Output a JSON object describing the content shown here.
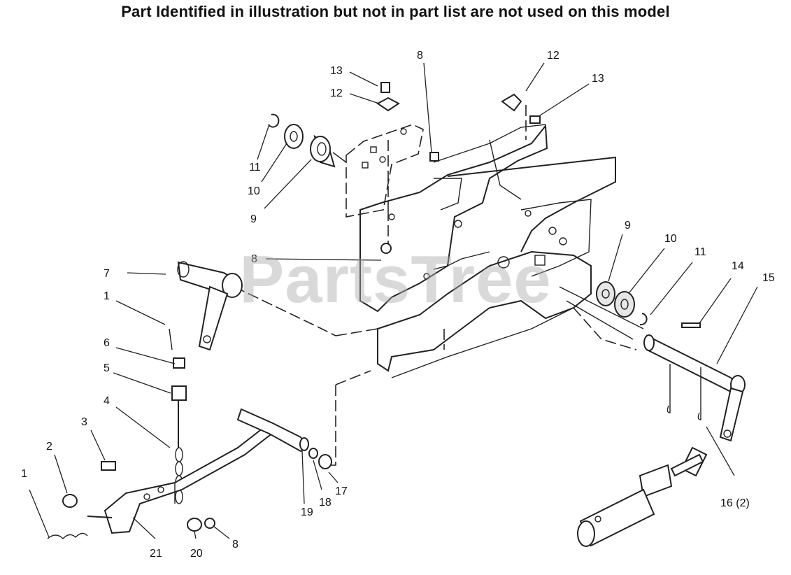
{
  "header": {
    "note": "Part Identified in illustration but not in part list are not used on this model"
  },
  "watermark": "PartsTree",
  "callouts": [
    {
      "id": "c13a",
      "label": "13"
    },
    {
      "id": "c12a",
      "label": "12"
    },
    {
      "id": "c8a",
      "label": "8"
    },
    {
      "id": "c12b",
      "label": "12"
    },
    {
      "id": "c13b",
      "label": "13"
    },
    {
      "id": "c11a",
      "label": "11"
    },
    {
      "id": "c10a",
      "label": "10"
    },
    {
      "id": "c9a",
      "label": "9"
    },
    {
      "id": "c8b",
      "label": "8"
    },
    {
      "id": "c7",
      "label": "7"
    },
    {
      "id": "c1a",
      "label": "1"
    },
    {
      "id": "c6",
      "label": "6"
    },
    {
      "id": "c5",
      "label": "5"
    },
    {
      "id": "c4",
      "label": "4"
    },
    {
      "id": "c3",
      "label": "3"
    },
    {
      "id": "c2",
      "label": "2"
    },
    {
      "id": "c1b",
      "label": "1"
    },
    {
      "id": "c21",
      "label": "21"
    },
    {
      "id": "c20",
      "label": "20"
    },
    {
      "id": "c8c",
      "label": "8"
    },
    {
      "id": "c19",
      "label": "19"
    },
    {
      "id": "c18",
      "label": "18"
    },
    {
      "id": "c17",
      "label": "17"
    },
    {
      "id": "c9b",
      "label": "9"
    },
    {
      "id": "c10b",
      "label": "10"
    },
    {
      "id": "c11b",
      "label": "11"
    },
    {
      "id": "c14",
      "label": "14"
    },
    {
      "id": "c15",
      "label": "15"
    },
    {
      "id": "c16",
      "label": "16 (2)"
    }
  ]
}
